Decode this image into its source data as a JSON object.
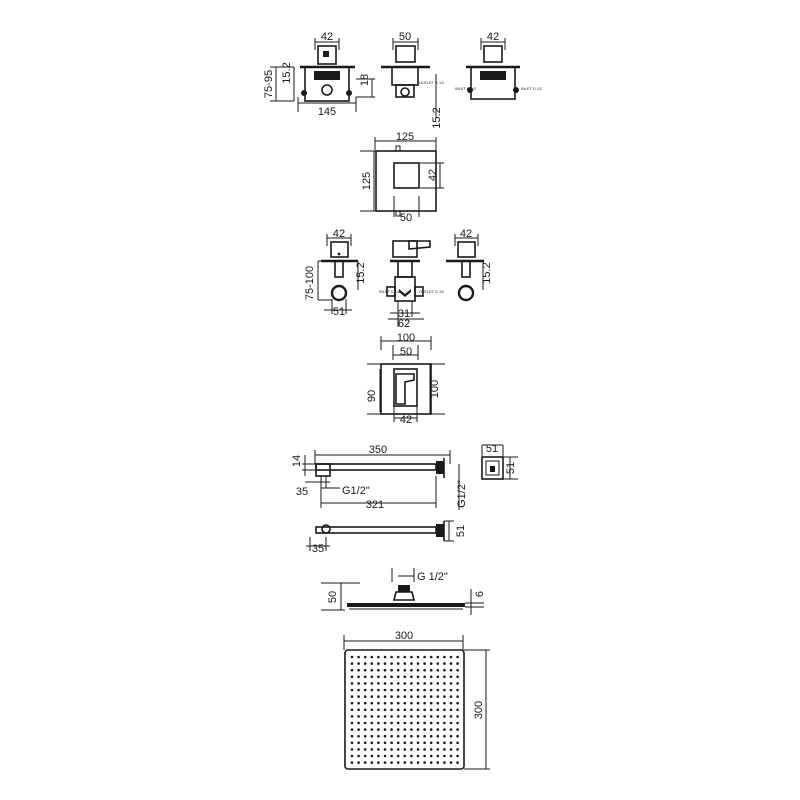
{
  "diagram": {
    "valve_top_row": {
      "front_top_width": "42",
      "side_depth_range": "75-95",
      "side_thickness": "15.2",
      "side_right_dim": "18",
      "plate_width": "145",
      "center_top_width": "50",
      "center_outlet_label": "OUTLET G 1/2",
      "center_vertical": "15.2",
      "right_top_width": "42",
      "right_inlet_label": "INLET G 1/2",
      "right_outlet_label": "INLET G 1/2"
    },
    "square_plate_1": {
      "top_width": "125",
      "left_height": "125",
      "right_dim": "42",
      "bottom_dim": "50"
    },
    "valve_middle_row": {
      "left_top_width": "42",
      "left_depth_range": "75-100",
      "left_thickness": "15.2",
      "left_bottom": "51",
      "center_inlet_label": "INLET G 1/2",
      "center_outlet_label": "OUTLET G 1/2",
      "center_dim_inner": "31",
      "center_dim_outer": "62",
      "right_top_width": "42",
      "right_thickness": "15.2"
    },
    "square_plate_2": {
      "outer_width": "100",
      "inner_width": "50",
      "left_height": "90",
      "right_height": "100",
      "bottom_width": "42"
    },
    "shower_arm": {
      "length": "350",
      "left_height": "14",
      "left_offset": "35",
      "thread": "G1/2\"",
      "inner_length": "321",
      "vertical_thread": "G1/2\"",
      "flange_width": "51",
      "flange_height": "51",
      "lower_offset": "35",
      "lower_right_dim": "51"
    },
    "shower_head_side": {
      "thread": "G 1/2\"",
      "height": "50",
      "thickness": "6"
    },
    "shower_head_plan": {
      "width": "300",
      "height": "300"
    }
  }
}
